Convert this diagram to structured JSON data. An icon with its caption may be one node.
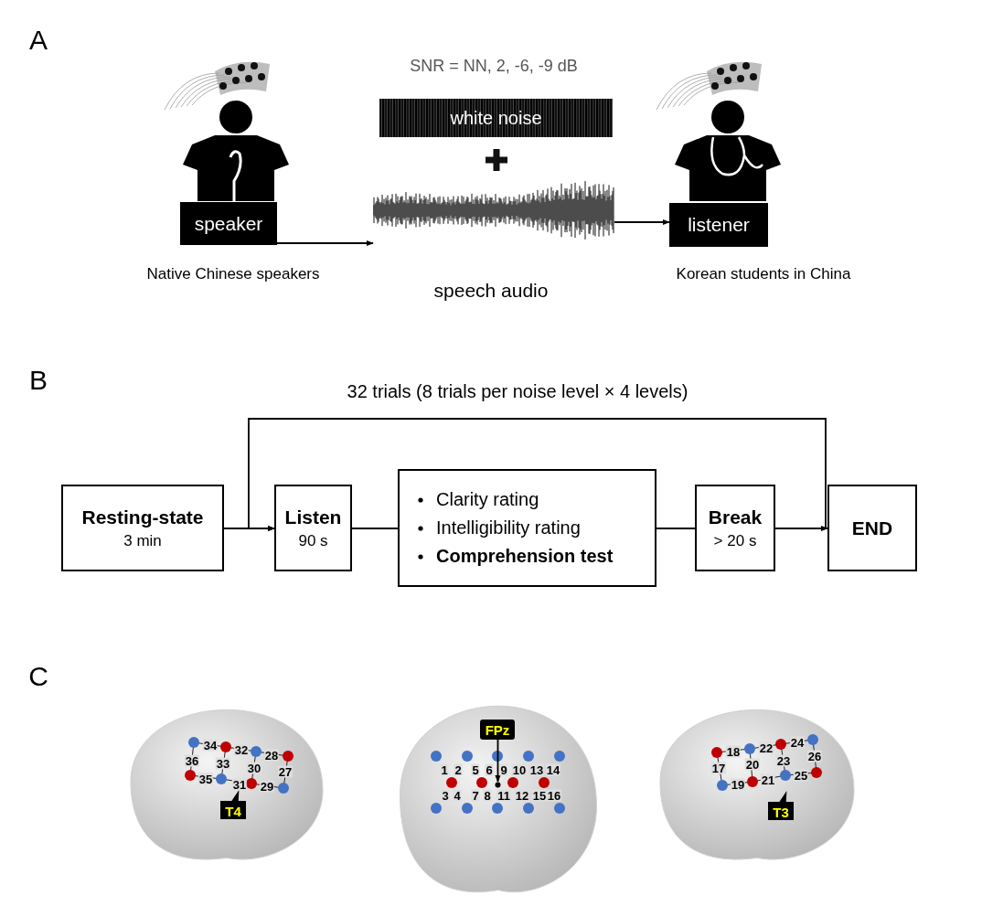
{
  "diagram": {
    "nodes": [
      {
        "text": [
          "speaker"
        ],
        "beside": [
          "Native Chinese speakers"
        ]
      },
      {
        "text": [
          "white noise"
        ]
      },
      {
        "text": [],
        "shape": "picture",
        "beside": [
          "speech audio"
        ]
      },
      {
        "text": [
          "listener"
        ],
        "beside": [
          "Korean students in China"
        ]
      },
      {
        "text": [
          "Resting-state",
          "3 min"
        ]
      },
      {
        "text": [
          "Listen",
          "90 s"
        ]
      },
      {
        "text": [
          "Clarity rating",
          "Intelligibility rating",
          "Comprehension test"
        ]
      },
      {
        "text": [
          "Break",
          "> 20 s"
        ]
      },
      {
        "text": [
          "END"
        ]
      },
      {
        "text": [
          "T4"
        ]
      },
      {
        "text": [
          "FPz"
        ]
      },
      {
        "text": [
          "T3"
        ]
      },
      {
        "text": [],
        "shape": "circle"
      }
    ],
    "edges": [
      {
        "from": 0,
        "to": 2,
        "arrow": "to"
      },
      {
        "from": 2,
        "to": 3,
        "arrow": "to"
      },
      {
        "from": 4,
        "to": 5,
        "arrow": "to"
      },
      {
        "from": 5,
        "to": 6,
        "arrow": "none"
      },
      {
        "from": 6,
        "to": 7,
        "arrow": "none"
      },
      {
        "from": 7,
        "to": 8,
        "arrow": "to"
      },
      {
        "from": 7,
        "to": 5,
        "arrow": "to"
      },
      {
        "from": 10,
        "to": 12,
        "arrow": "to"
      }
    ],
    "labels": [
      "A",
      "SNR = NN, 2, -6, -9 dB",
      "B",
      "32 trials (8 trials per noise level × 4 levels)",
      "C",
      "34",
      "32",
      "28",
      "36",
      "33",
      "30",
      "27",
      "35",
      "31",
      "29",
      "1",
      "2",
      "5",
      "6",
      "9",
      "10",
      "13",
      "14",
      "3",
      "4",
      "7",
      "8",
      "11",
      "12",
      "15",
      "16",
      "18",
      "22",
      "24",
      "17",
      "20",
      "23",
      "26",
      "19",
      "21",
      "25"
    ]
  }
}
